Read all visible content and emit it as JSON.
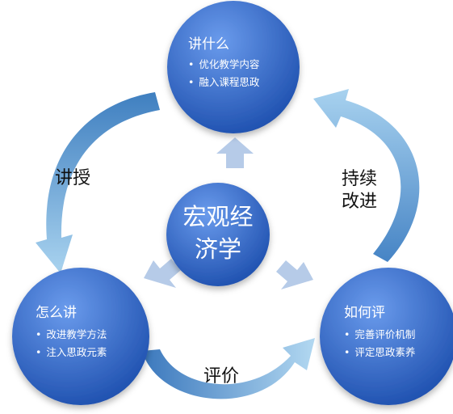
{
  "center": {
    "lines": [
      "宏观经",
      "济学"
    ]
  },
  "nodes": {
    "top": {
      "title": "讲什么",
      "bullets": [
        "优化教学内容",
        "融入课程思政"
      ]
    },
    "left": {
      "title": "怎么讲",
      "bullets": [
        "改进教学方法",
        "注入思政元素"
      ]
    },
    "right": {
      "title": "如何评",
      "bullets": [
        "完善评价机制",
        "评定思政素养"
      ]
    }
  },
  "edges": {
    "teach": "讲授",
    "evaluate": "评价",
    "improve_lines": [
      "持续",
      "改进"
    ]
  },
  "colors": {
    "circle_light": "#5a8fe6",
    "circle_dark": "#1f54b8",
    "arrow_light": "#9ecbe9",
    "arrow_dark": "#3f80c2",
    "pointer": "#b6cbe8"
  }
}
